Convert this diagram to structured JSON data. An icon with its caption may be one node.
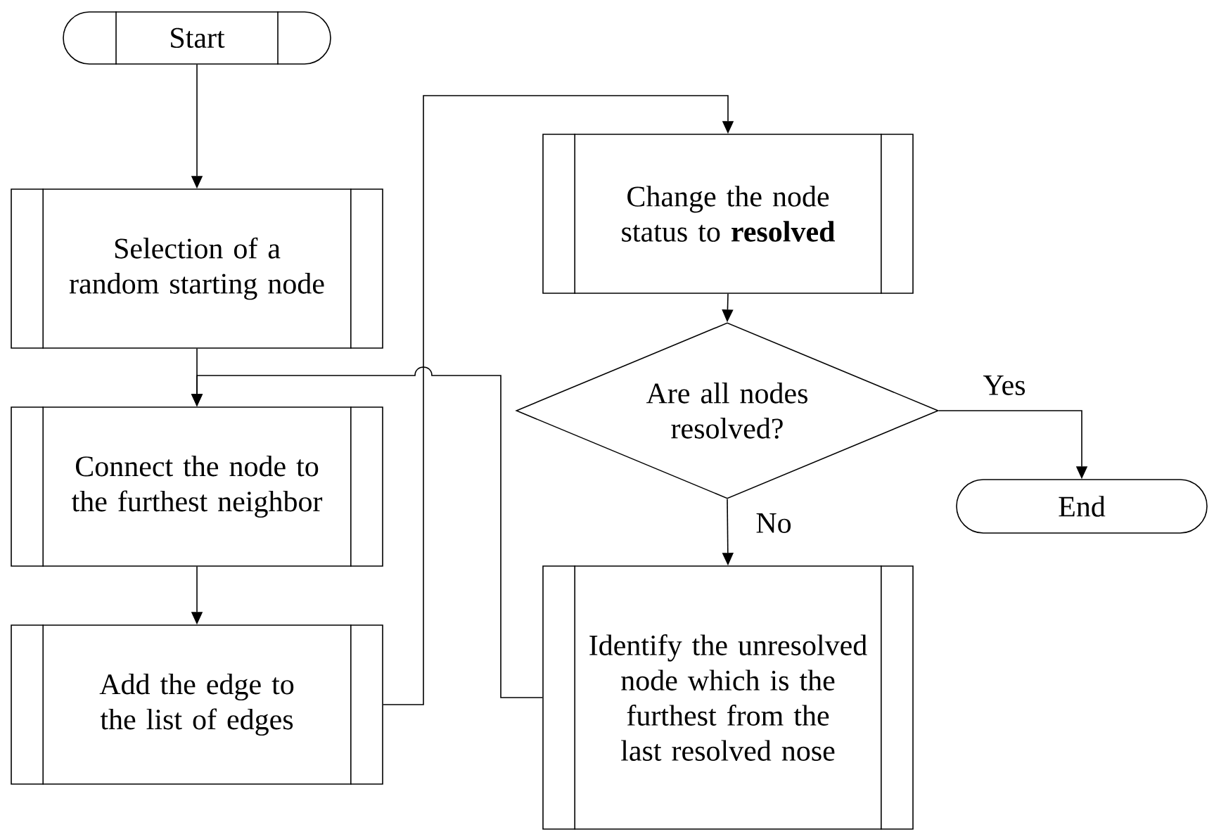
{
  "diagram": {
    "nodes": [
      {
        "text": [
          "Start"
        ]
      },
      {
        "text": [
          "Selection of a random starting node"
        ]
      },
      {
        "text": [
          "Connect the node to the furthest neighbor"
        ]
      },
      {
        "text": [
          "Add the edge to the list of edges"
        ]
      },
      {
        "text": [
          "Change the node status to **resolved**"
        ]
      },
      {
        "text": [
          "Are all nodes resolved?"
        ]
      },
      {
        "text": [
          "End"
        ]
      },
      {
        "text": [
          "Identify the unresolved node which is the furthest from the last resolved nose"
        ]
      }
    ],
    "edges": [
      {
        "from": 0,
        "to": 1,
        "arrow": "to"
      },
      {
        "from": 1,
        "to": 2,
        "arrow": "to"
      },
      {
        "from": 2,
        "to": 3,
        "arrow": "to"
      },
      {
        "from": 3,
        "to": 4,
        "arrow": "to"
      },
      {
        "from": 4,
        "to": 5,
        "arrow": "to"
      },
      {
        "from": 5,
        "to": 6,
        "arrow": "to",
        "label": "Yes"
      },
      {
        "from": 5,
        "to": 7,
        "arrow": "to",
        "label": "No"
      },
      {
        "from": 7,
        "to": 2,
        "arrow": "to"
      }
    ]
  }
}
